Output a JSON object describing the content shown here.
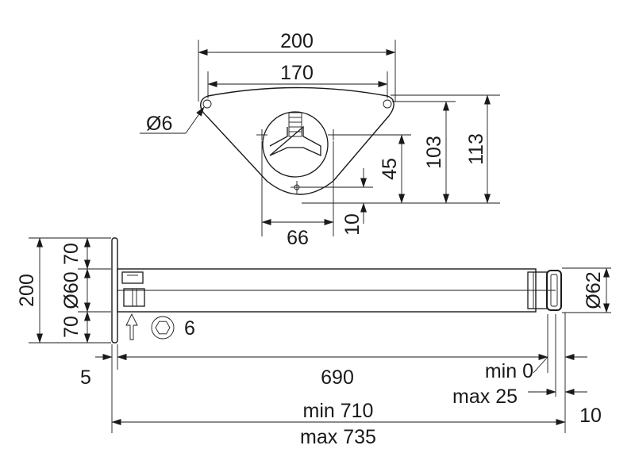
{
  "top_view": {
    "dim_width_outer": "200",
    "dim_width_holes": "170",
    "dim_hole_dia": "Ø6",
    "dim_height_total": "113",
    "dim_height_center": "103",
    "dim_hole_vertical": "45",
    "dim_hole_offset": "10",
    "dim_hole_spacing": "66"
  },
  "side_view": {
    "dim_flange_height": "200",
    "dim_upper": "70",
    "dim_tube_dia_left": "Ø60",
    "dim_lower": "70",
    "dim_tube_dia_right": "Ø62",
    "dim_flange_thickness": "5",
    "dim_tube_length": "690",
    "dim_gap_min": "min 0",
    "dim_gap_max": "max 25",
    "dim_end": "10",
    "dim_total_min": "min 710",
    "dim_total_max": "max 735",
    "hex_key_size": "6"
  }
}
